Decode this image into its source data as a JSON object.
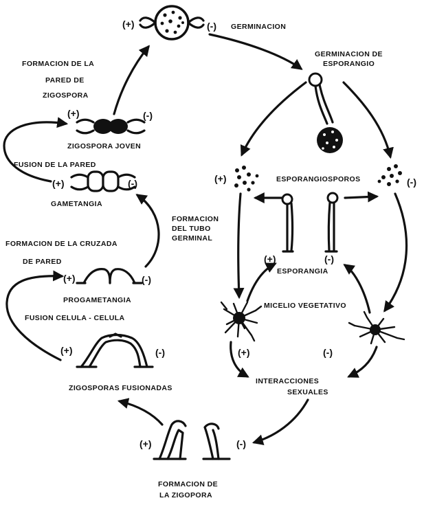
{
  "labels": {
    "germinacion": "GERMINACION",
    "germinacion_esporangio_1": "GERMINACION DE",
    "germinacion_esporangio_2": "ESPORANGIO",
    "formacion_pared_1": "FORMACION DE LA",
    "formacion_pared_2": "PARED DE",
    "formacion_pared_3": "ZIGOSPORA",
    "zigospora_joven": "ZIGOSPORA JOVEN",
    "fusion_pared": "FUSION DE LA PARED",
    "gametangia": "GAMETANGIA",
    "formacion_tubo_1": "FORMACION",
    "formacion_tubo_2": "DEL TUBO",
    "formacion_tubo_3": "GERMINAL",
    "formacion_cruzada_1": "FORMACION DE LA CRUZADA",
    "formacion_cruzada_2": "DE PARED",
    "progametangia": "PROGAMETANGIA",
    "fusion_celula": "FUSION CELULA - CELULA",
    "zigosporas_fusionadas": "ZIGOSPORAS FUSIONADAS",
    "formacion_zigospora_1": "FORMACION DE",
    "formacion_zigospora_2": "LA ZIGOPORA",
    "esporangiosporos": "ESPORANGIOSPOROS",
    "esporangia": "ESPORANGIA",
    "micelio": "MICELIO VEGETATIVO",
    "interacciones_1": "INTERACCIONES",
    "interacciones_2": "SEXUALES"
  },
  "signs": {
    "plus": "(+)",
    "minus": "(-)"
  }
}
